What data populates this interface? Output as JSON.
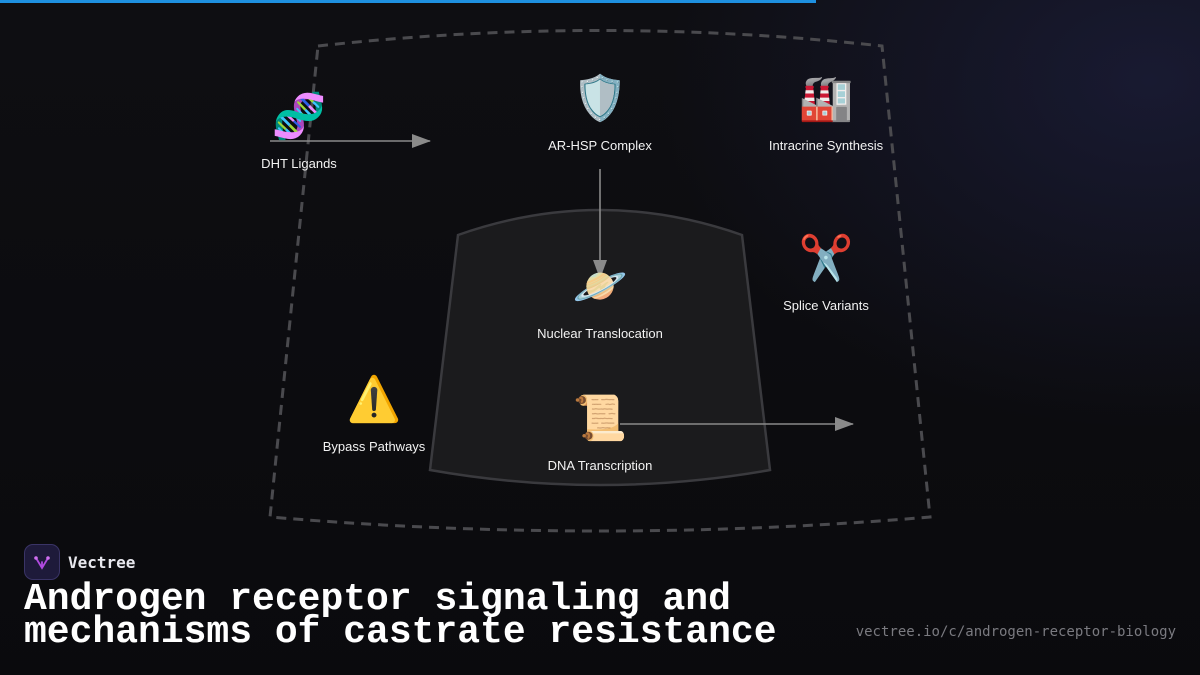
{
  "progress": {
    "fraction": 0.68,
    "color": "#1e90e0"
  },
  "diagram": {
    "nodes": [
      {
        "id": "dht",
        "icon": "dna-icon",
        "glyph": "🧬",
        "label": "DHT Ligands"
      },
      {
        "id": "arhsp",
        "icon": "shield-icon",
        "glyph": "🛡️",
        "label": "AR-HSP Complex"
      },
      {
        "id": "intracrine",
        "icon": "factory-icon",
        "glyph": "🏭",
        "label": "Intracrine Synthesis"
      },
      {
        "id": "splice",
        "icon": "scissors-icon",
        "glyph": "✂️",
        "label": "Splice Variants"
      },
      {
        "id": "nuclear",
        "icon": "ringed-planet-icon",
        "glyph": "🪐",
        "label": "Nuclear Translocation"
      },
      {
        "id": "bypass",
        "icon": "warning-icon",
        "glyph": "⚠️",
        "label": "Bypass Pathways"
      },
      {
        "id": "dna",
        "icon": "scroll-icon",
        "glyph": "📜",
        "label": "DNA Transcription"
      }
    ],
    "edges": [
      {
        "from": "dht",
        "to": "arhsp"
      },
      {
        "from": "arhsp",
        "to": "nuclear"
      },
      {
        "from": "dna",
        "to": "splice"
      }
    ]
  },
  "brand": {
    "name": "Vectree",
    "logo_icon": "vectree-logo-icon"
  },
  "title": "Androgen receptor signaling and mechanisms of castrate resistance",
  "url": "vectree.io/c/androgen-receptor-biology"
}
